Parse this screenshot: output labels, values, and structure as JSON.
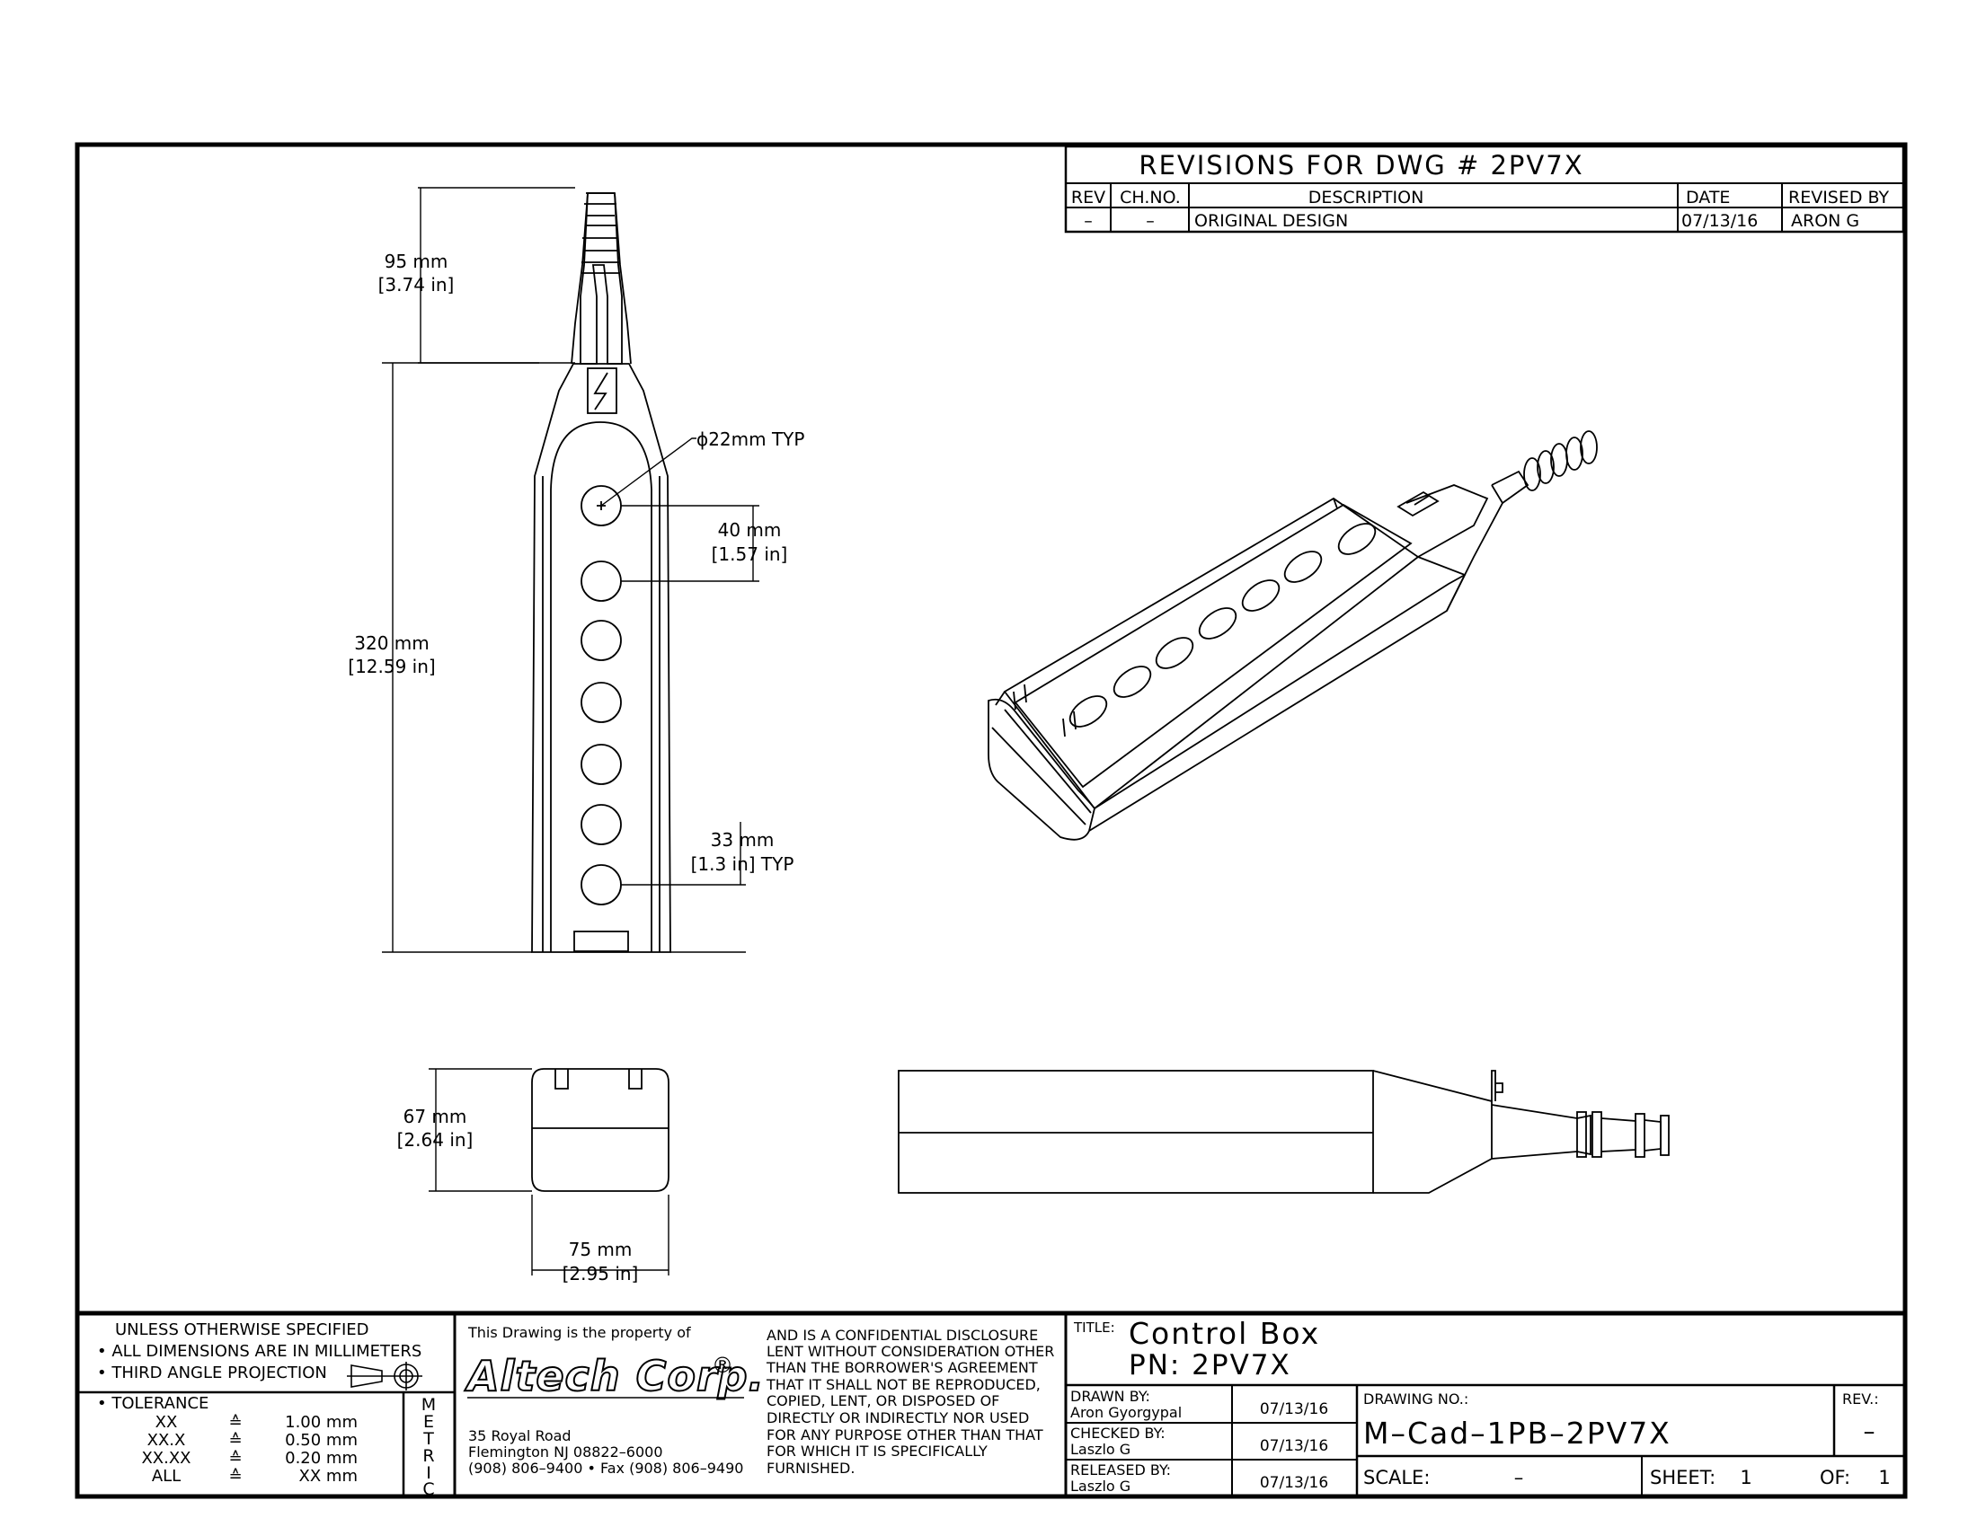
{
  "revisions": {
    "heading": "REVISIONS FOR DWG # 2PV7X",
    "columns": [
      "REV",
      "CH.NO.",
      "DESCRIPTION",
      "DATE",
      "REVISED BY"
    ],
    "rows": [
      {
        "rev": "–",
        "chno": "–",
        "description": "ORIGINAL DESIGN",
        "date": "07/13/16",
        "revised_by": "ARON G"
      }
    ]
  },
  "dimensions": {
    "cable_height_mm": "95 mm",
    "cable_height_in": "[3.74 in]",
    "body_height_mm": "320 mm",
    "body_height_in": "[12.59 in]",
    "hole_dia": "ϕ22mm TYP",
    "pitch_mm": "40 mm",
    "pitch_in": "[1.57 in]",
    "bottom_mm": "33 mm",
    "bottom_in": "[1.3 in] TYP",
    "depth_mm": "67 mm",
    "depth_in": "[2.64 in]",
    "width_mm": "75 mm",
    "width_in": "[2.95 in]"
  },
  "notes": {
    "line1": "UNLESS OTHERWISE SPECIFIED",
    "line2": "• ALL DIMENSIONS ARE IN MILLIMETERS",
    "line3": "• THIRD ANGLE PROJECTION",
    "tolerance_label": "• TOLERANCE",
    "tolerances": [
      {
        "key": "XX",
        "sym": "≙",
        "val": "1.00 mm"
      },
      {
        "key": "XX.X",
        "sym": "≙",
        "val": "0.50 mm"
      },
      {
        "key": "XX.XX",
        "sym": "≙",
        "val": "0.20 mm"
      },
      {
        "key": "ALL",
        "sym": "≙",
        "val": "XX mm"
      }
    ],
    "metric": [
      "M",
      "E",
      "T",
      "R",
      "I",
      "C"
    ]
  },
  "company": {
    "property_line": "This Drawing is the property of",
    "name": "Altech Corp.",
    "reg": "®",
    "address1": "35 Royal Road",
    "address2": "Flemington NJ 08822–6000",
    "phone": "(908) 806–9400 • Fax (908) 806–9490",
    "disclosure": [
      "AND IS A CONFIDENTIAL DISCLOSURE",
      "LENT WITHOUT CONSIDERATION OTHER",
      "THAN THE BORROWER'S AGREEMENT",
      "THAT IT SHALL NOT BE REPRODUCED,",
      "COPIED, LENT, OR DISPOSED OF",
      "DIRECTLY OR INDIRECTLY NOR USED",
      "FOR ANY PURPOSE OTHER THAN THAT",
      "FOR WHICH IT IS SPECIFICALLY",
      "FURNISHED."
    ]
  },
  "title_block": {
    "title_label": "TITLE:",
    "title": "Control Box",
    "pn": "PN: 2PV7X",
    "drawn_label": "DRAWN BY:",
    "drawn_name": "Aron Gyorgypal",
    "drawn_date": "07/13/16",
    "checked_label": "CHECKED BY:",
    "checked_name": "Laszlo G",
    "checked_date": "07/13/16",
    "released_label": "RELEASED BY:",
    "released_name": "Laszlo G",
    "released_date": "07/13/16",
    "drawing_no_label": "DRAWING NO.:",
    "drawing_no": "M–Cad–1PB–2PV7X",
    "rev_label": "REV.:",
    "rev": "–",
    "scale_label": "SCALE:",
    "scale": "–",
    "sheet_label": "SHEET:",
    "sheet": "1",
    "of_label": "OF:",
    "of": "1"
  }
}
